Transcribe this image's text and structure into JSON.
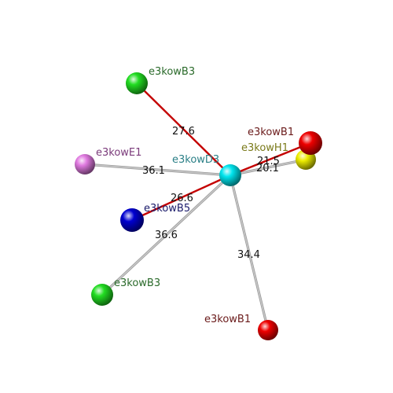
{
  "center": {
    "label": "e3kowD3",
    "color": "#00e5ee",
    "label_color": "#2a7f86"
  },
  "neighbors": [
    {
      "id": "b3_top",
      "label": "e3kowB3",
      "color": "#22dd22",
      "label_color": "#2a6a2a",
      "distance": "27.6",
      "bond_color": "#c40000"
    },
    {
      "id": "e1",
      "label": "e3kowE1",
      "color": "#e07ae0",
      "label_color": "#7a3a7a",
      "distance": "36.1",
      "bond_color": "#c8c8c8"
    },
    {
      "id": "b5",
      "label": "e3kowB5",
      "color": "#0000d0",
      "label_color": "#1a1a6a",
      "distance": "26.6",
      "bond_color": "#c40000"
    },
    {
      "id": "b3_bottom",
      "label": "e3kowB3",
      "color": "#22dd22",
      "label_color": "#2a6a2a",
      "distance": "36.6",
      "bond_color": "#c8c8c8"
    },
    {
      "id": "b1_bottom",
      "label": "e3kowB1",
      "color": "#ee0000",
      "label_color": "#6a1a1a",
      "distance": "34.4",
      "bond_color": "#c8c8c8"
    },
    {
      "id": "h1",
      "label": "e3kowH1",
      "color": "#eeee00",
      "label_color": "#7a7a1a",
      "distance": "20.1",
      "bond_color": "#c8c8c8"
    },
    {
      "id": "b1_top",
      "label": "e3kowB1",
      "color": "#ee0000",
      "label_color": "#6a1a1a",
      "distance": "21.5",
      "bond_color": "#c40000"
    }
  ]
}
